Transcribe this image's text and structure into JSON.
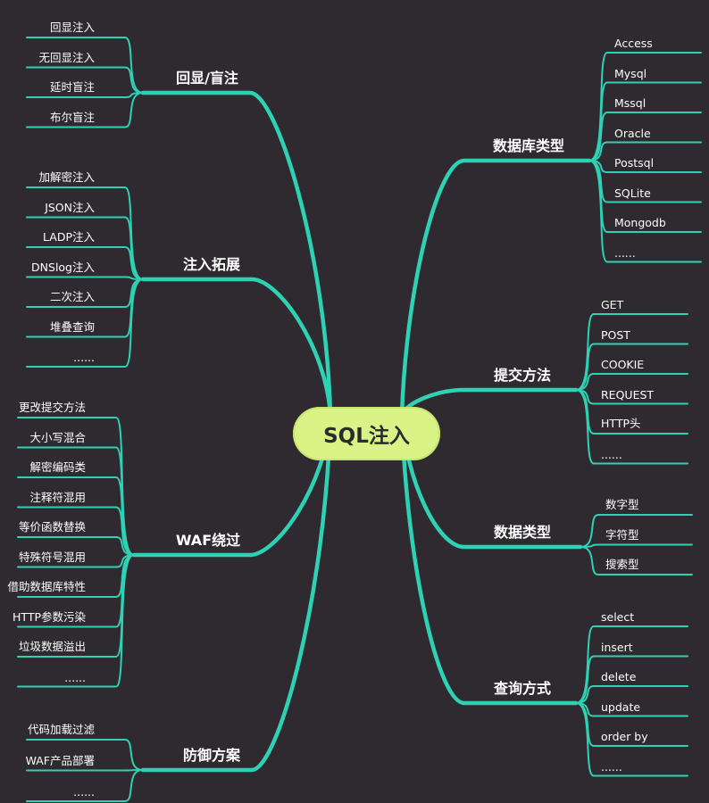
{
  "colors": {
    "background": "#2e2a30",
    "line": "#2fd1b4",
    "root": "#d9f386",
    "text": "#ffffff"
  },
  "root": {
    "label": "SQL注入"
  },
  "branches": [
    {
      "label": "回显/盲注",
      "children": [
        "回显注入",
        "无回显注入",
        "延时盲注",
        "布尔盲注"
      ]
    },
    {
      "label": "注入拓展",
      "children": [
        "加解密注入",
        "JSON注入",
        "LADP注入",
        "DNSlog注入",
        "二次注入",
        "堆叠查询",
        "......"
      ]
    },
    {
      "label": "WAF绕过",
      "children": [
        "更改提交方法",
        "大小写混合",
        "解密编码类",
        "注释符混用",
        "等价函数替换",
        "特殊符号混用",
        "借助数据库特性",
        "HTTP参数污染",
        "垃圾数据溢出",
        "......"
      ]
    },
    {
      "label": "防御方案",
      "children": [
        "代码加载过滤",
        "WAF产品部署",
        "......"
      ]
    },
    {
      "label": "数据库类型",
      "children": [
        "Access",
        "Mysql",
        "Mssql",
        "Oracle",
        "Postsql",
        "SQLite",
        "Mongodb",
        "......"
      ]
    },
    {
      "label": "提交方法",
      "children": [
        "GET",
        "POST",
        "COOKIE",
        "REQUEST",
        "HTTP头",
        "......"
      ]
    },
    {
      "label": "数据类型",
      "children": [
        "数字型",
        "字符型",
        "搜索型"
      ]
    },
    {
      "label": "查询方式",
      "children": [
        "select",
        "insert",
        "delete",
        "update",
        "order by",
        "......"
      ]
    }
  ]
}
